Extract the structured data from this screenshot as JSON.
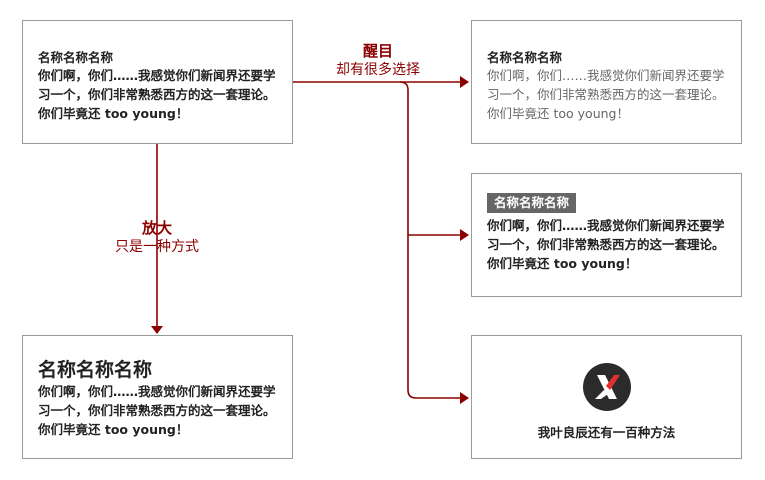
{
  "box_original": {
    "title": "名称名称名称",
    "body": "你们啊，你们……我感觉你们新闻界还要学习一个，你们非常熟悉西方的这一套理论。你们毕竟还 too young！"
  },
  "box_enlarged": {
    "title": "名称名称名称",
    "body": "你们啊，你们……我感觉你们新闻界还要学习一个，你们非常熟悉西方的这一套理论。你们毕竟还 too young！"
  },
  "box_light": {
    "title": "名称名称名称",
    "body": "你们啊，你们……我感觉你们新闻界还要学习一个，你们非常熟悉西方的这一套理论。你们毕竟还 too young！"
  },
  "box_badge": {
    "title": "名称名称名称",
    "body": "你们啊，你们……我感觉你们新闻界还要学习一个，你们非常熟悉西方的这一套理论。你们毕竟还 too young！"
  },
  "box_logo": {
    "logo_icon": "x-logo-icon",
    "caption": "我叶良辰还有一百种方法"
  },
  "label_down": {
    "main": "放大",
    "sub": "只是一种方式"
  },
  "label_right": {
    "main": "醒目",
    "sub": "却有很多选择"
  },
  "colors": {
    "connector": "#8b0000",
    "badge": "#666666",
    "logo_circle": "#2b2b2b",
    "logo_accent": "#e03030"
  }
}
